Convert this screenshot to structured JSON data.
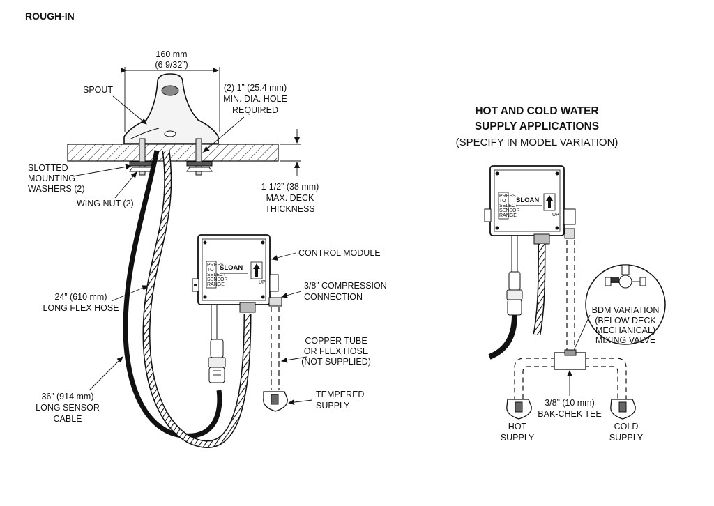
{
  "section_title": "ROUGH-IN",
  "left_diagram": {
    "width_label": [
      "160 mm",
      "(6 9/32”)"
    ],
    "spout": "SPOUT",
    "hole": [
      "(2) 1” (25.4 mm)",
      "MIN. DIA. HOLE",
      "REQUIRED"
    ],
    "washers": [
      "SLOTTED",
      "MOUNTING",
      "WASHERS (2)"
    ],
    "wing_nut": "WING NUT (2)",
    "deck": [
      "1-1/2” (38 mm)",
      "MAX. DECK",
      "THICKNESS"
    ],
    "control_module": "CONTROL MODULE",
    "compression": [
      "3/8” COMPRESSION",
      "CONNECTION"
    ],
    "flex_hose": [
      "24” (610 mm)",
      "LONG FLEX HOSE"
    ],
    "copper": [
      "COPPER TUBE",
      "OR  FLEX HOSE",
      "(NOT SUPPLIED)"
    ],
    "tempered": [
      "TEMPERED",
      "SUPPLY"
    ],
    "sensor_cable": [
      "36” (914 mm)",
      "LONG SENSOR",
      "CABLE"
    ]
  },
  "right_diagram": {
    "title": [
      "HOT AND COLD WATER",
      "SUPPLY APPLICATIONS"
    ],
    "subtitle": "(SPECIFY IN MODEL VARIATION)",
    "bdm": [
      "BDM VARIATION",
      "(BELOW DECK",
      "MECHANICAL)",
      "MIXING VALVE"
    ],
    "tee": [
      "3/8” (10 mm)",
      "BAK-CHEK TEE"
    ],
    "hot": [
      "HOT",
      "SUPPLY"
    ],
    "cold": [
      "COLD",
      "SUPPLY"
    ]
  },
  "module": {
    "brand": "SLOAN",
    "side_text": [
      "PRESS",
      "TO",
      "SELECT",
      "SENSOR",
      "RANGE"
    ],
    "up": "UP"
  }
}
